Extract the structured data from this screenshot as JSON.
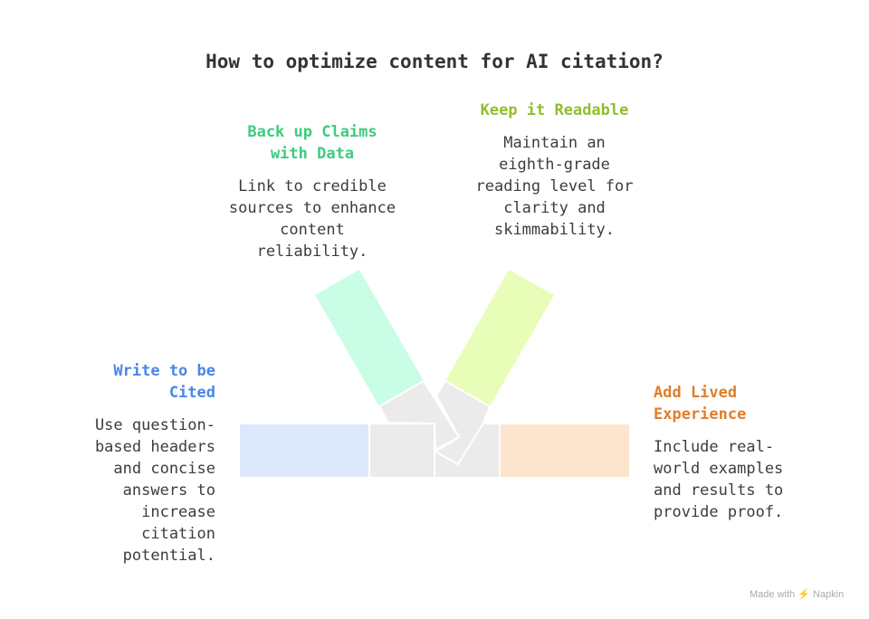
{
  "title": "How to optimize content for AI citation?",
  "items": [
    {
      "heading": "Write to be Cited",
      "text": "Use question-based headers and concise answers to increase citation potential.",
      "color": "#4a86e8",
      "fill": "#dde8fd"
    },
    {
      "heading": "Back up Claims with Data",
      "text": "Link to credible sources to enhance content reliability.",
      "color": "#3ecb7d",
      "fill": "#c9fde5"
    },
    {
      "heading": "Keep it Readable",
      "text": "Maintain an eighth-grade reading level for clarity and skimmability.",
      "color": "#8fbf2e",
      "fill": "#e8fdb8"
    },
    {
      "heading": "Add Lived Experience",
      "text": "Include real-world examples and results to provide proof.",
      "color": "#e07e2a",
      "fill": "#fde4cc"
    }
  ],
  "brand": "Made with ⚡ Napkin"
}
